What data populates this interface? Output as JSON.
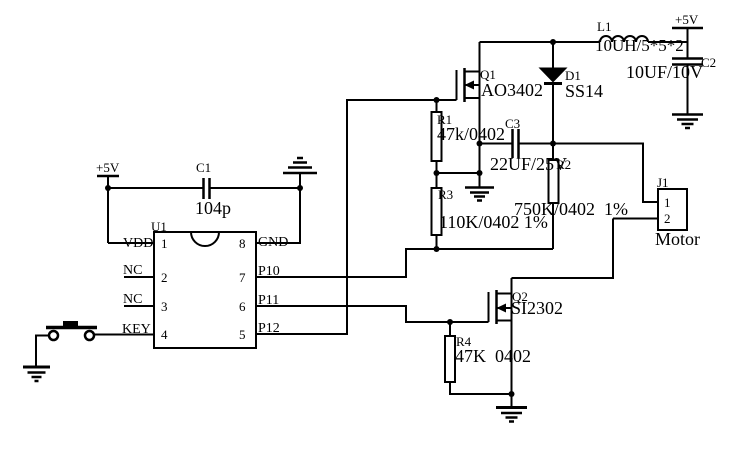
{
  "schematic": {
    "power_rails": {
      "left_5v": "+5V",
      "right_5v": "+5V"
    },
    "ic_u1": {
      "ref": "U1",
      "pins_left": [
        {
          "num": "1",
          "label": "VDD"
        },
        {
          "num": "2",
          "label": "NC"
        },
        {
          "num": "3",
          "label": "NC"
        },
        {
          "num": "4",
          "label": "KEY"
        }
      ],
      "pins_right": [
        {
          "num": "8",
          "label": "GND"
        },
        {
          "num": "7",
          "label": "P10"
        },
        {
          "num": "6",
          "label": "P11"
        },
        {
          "num": "5",
          "label": "P12"
        }
      ]
    },
    "c1": {
      "ref": "C1",
      "value": "104p"
    },
    "c2": {
      "ref": "C2",
      "value": "10UF/10V"
    },
    "c3": {
      "ref": "C3",
      "value": "22UF/25V"
    },
    "r1": {
      "ref": "R1",
      "value": "47k/0402"
    },
    "r2": {
      "ref": "R2",
      "value": "750K/0402  1%"
    },
    "r3": {
      "ref": "R3",
      "value": "110K/0402 1%"
    },
    "r4": {
      "ref": "R4",
      "value": "47K  0402"
    },
    "l1": {
      "ref": "L1",
      "value": "10UH/5*5*2"
    },
    "q1": {
      "ref": "Q1",
      "part": "AO3402"
    },
    "q2": {
      "ref": "Q2",
      "part": "SI2302"
    },
    "d1": {
      "ref": "D1",
      "part": "SS14"
    },
    "j1": {
      "ref": "J1",
      "pin1": "1",
      "pin2": "2",
      "label": "Motor"
    },
    "colors": {
      "ink": "#000000",
      "background": "#ffffff"
    }
  }
}
